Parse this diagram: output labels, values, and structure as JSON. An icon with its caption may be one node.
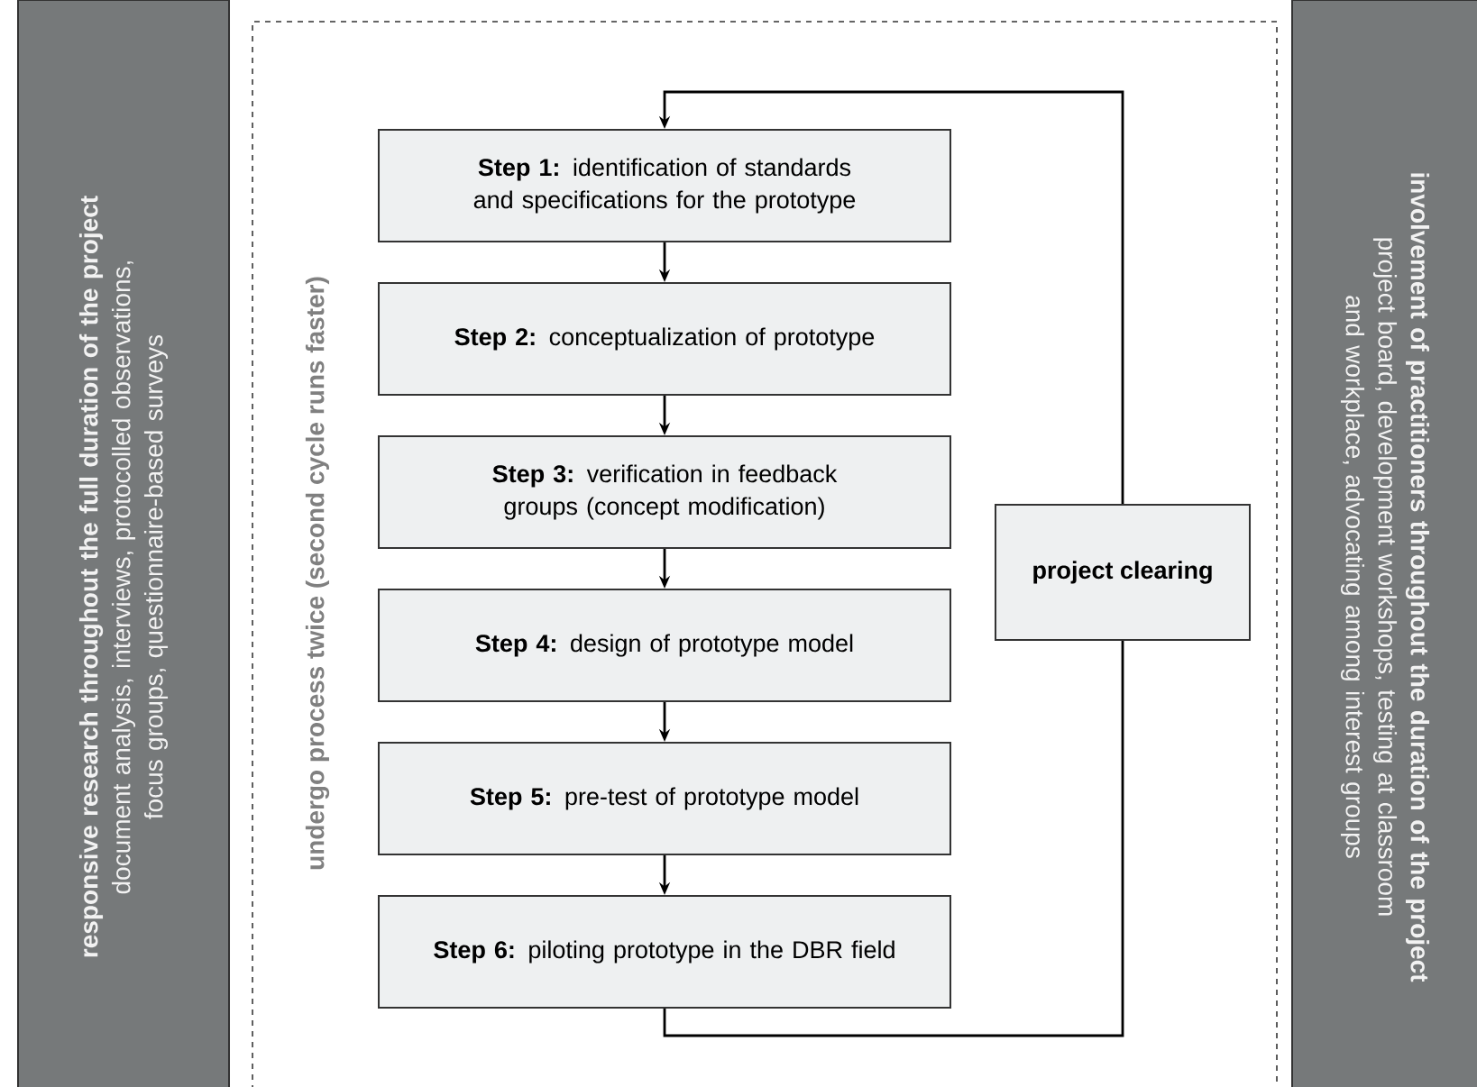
{
  "diagram": {
    "nodes": [
      {
        "text": [
          "responsive research throughout the full duration of the project",
          "document analysis, interviews, protocolled observations, focus groups, questionnaire-based surveys"
        ]
      },
      {
        "text": [
          "undergo process twice (second cycle runs faster)"
        ]
      },
      {
        "text": [
          "**Step 1:** identification of standards and specifications for the prototype"
        ],
        "in": 1
      },
      {
        "text": [
          "**Step 2:** conceptualization of prototype"
        ],
        "in": 1
      },
      {
        "text": [
          "**Step 3:** verification in feedback groups (concept modification)"
        ],
        "in": 1
      },
      {
        "text": [
          "**Step 4:** design of prototype model"
        ],
        "in": 1
      },
      {
        "text": [
          "**Step 5:** pre-test of prototype model"
        ],
        "in": 1
      },
      {
        "text": [
          "**Step 6:** piloting prototype in the DBR field"
        ],
        "in": 1
      },
      {
        "text": [
          "project clearing"
        ],
        "in": 1
      },
      {
        "text": [
          "involvement of practitioners throughout the duration of the project",
          "project board, development workshops, testing at classroom and workplace, advocating among interest groups"
        ]
      }
    ],
    "edges": [
      {
        "from": 2,
        "to": 3,
        "arrow": "to"
      },
      {
        "from": 3,
        "to": 4,
        "arrow": "to"
      },
      {
        "from": 4,
        "to": 5,
        "arrow": "to"
      },
      {
        "from": 5,
        "to": 6,
        "arrow": "to"
      },
      {
        "from": 6,
        "to": 7,
        "arrow": "to"
      },
      {
        "from": 7,
        "to": 8,
        "arrow": "none"
      },
      {
        "from": 8,
        "to": 2,
        "arrow": "to"
      }
    ]
  }
}
